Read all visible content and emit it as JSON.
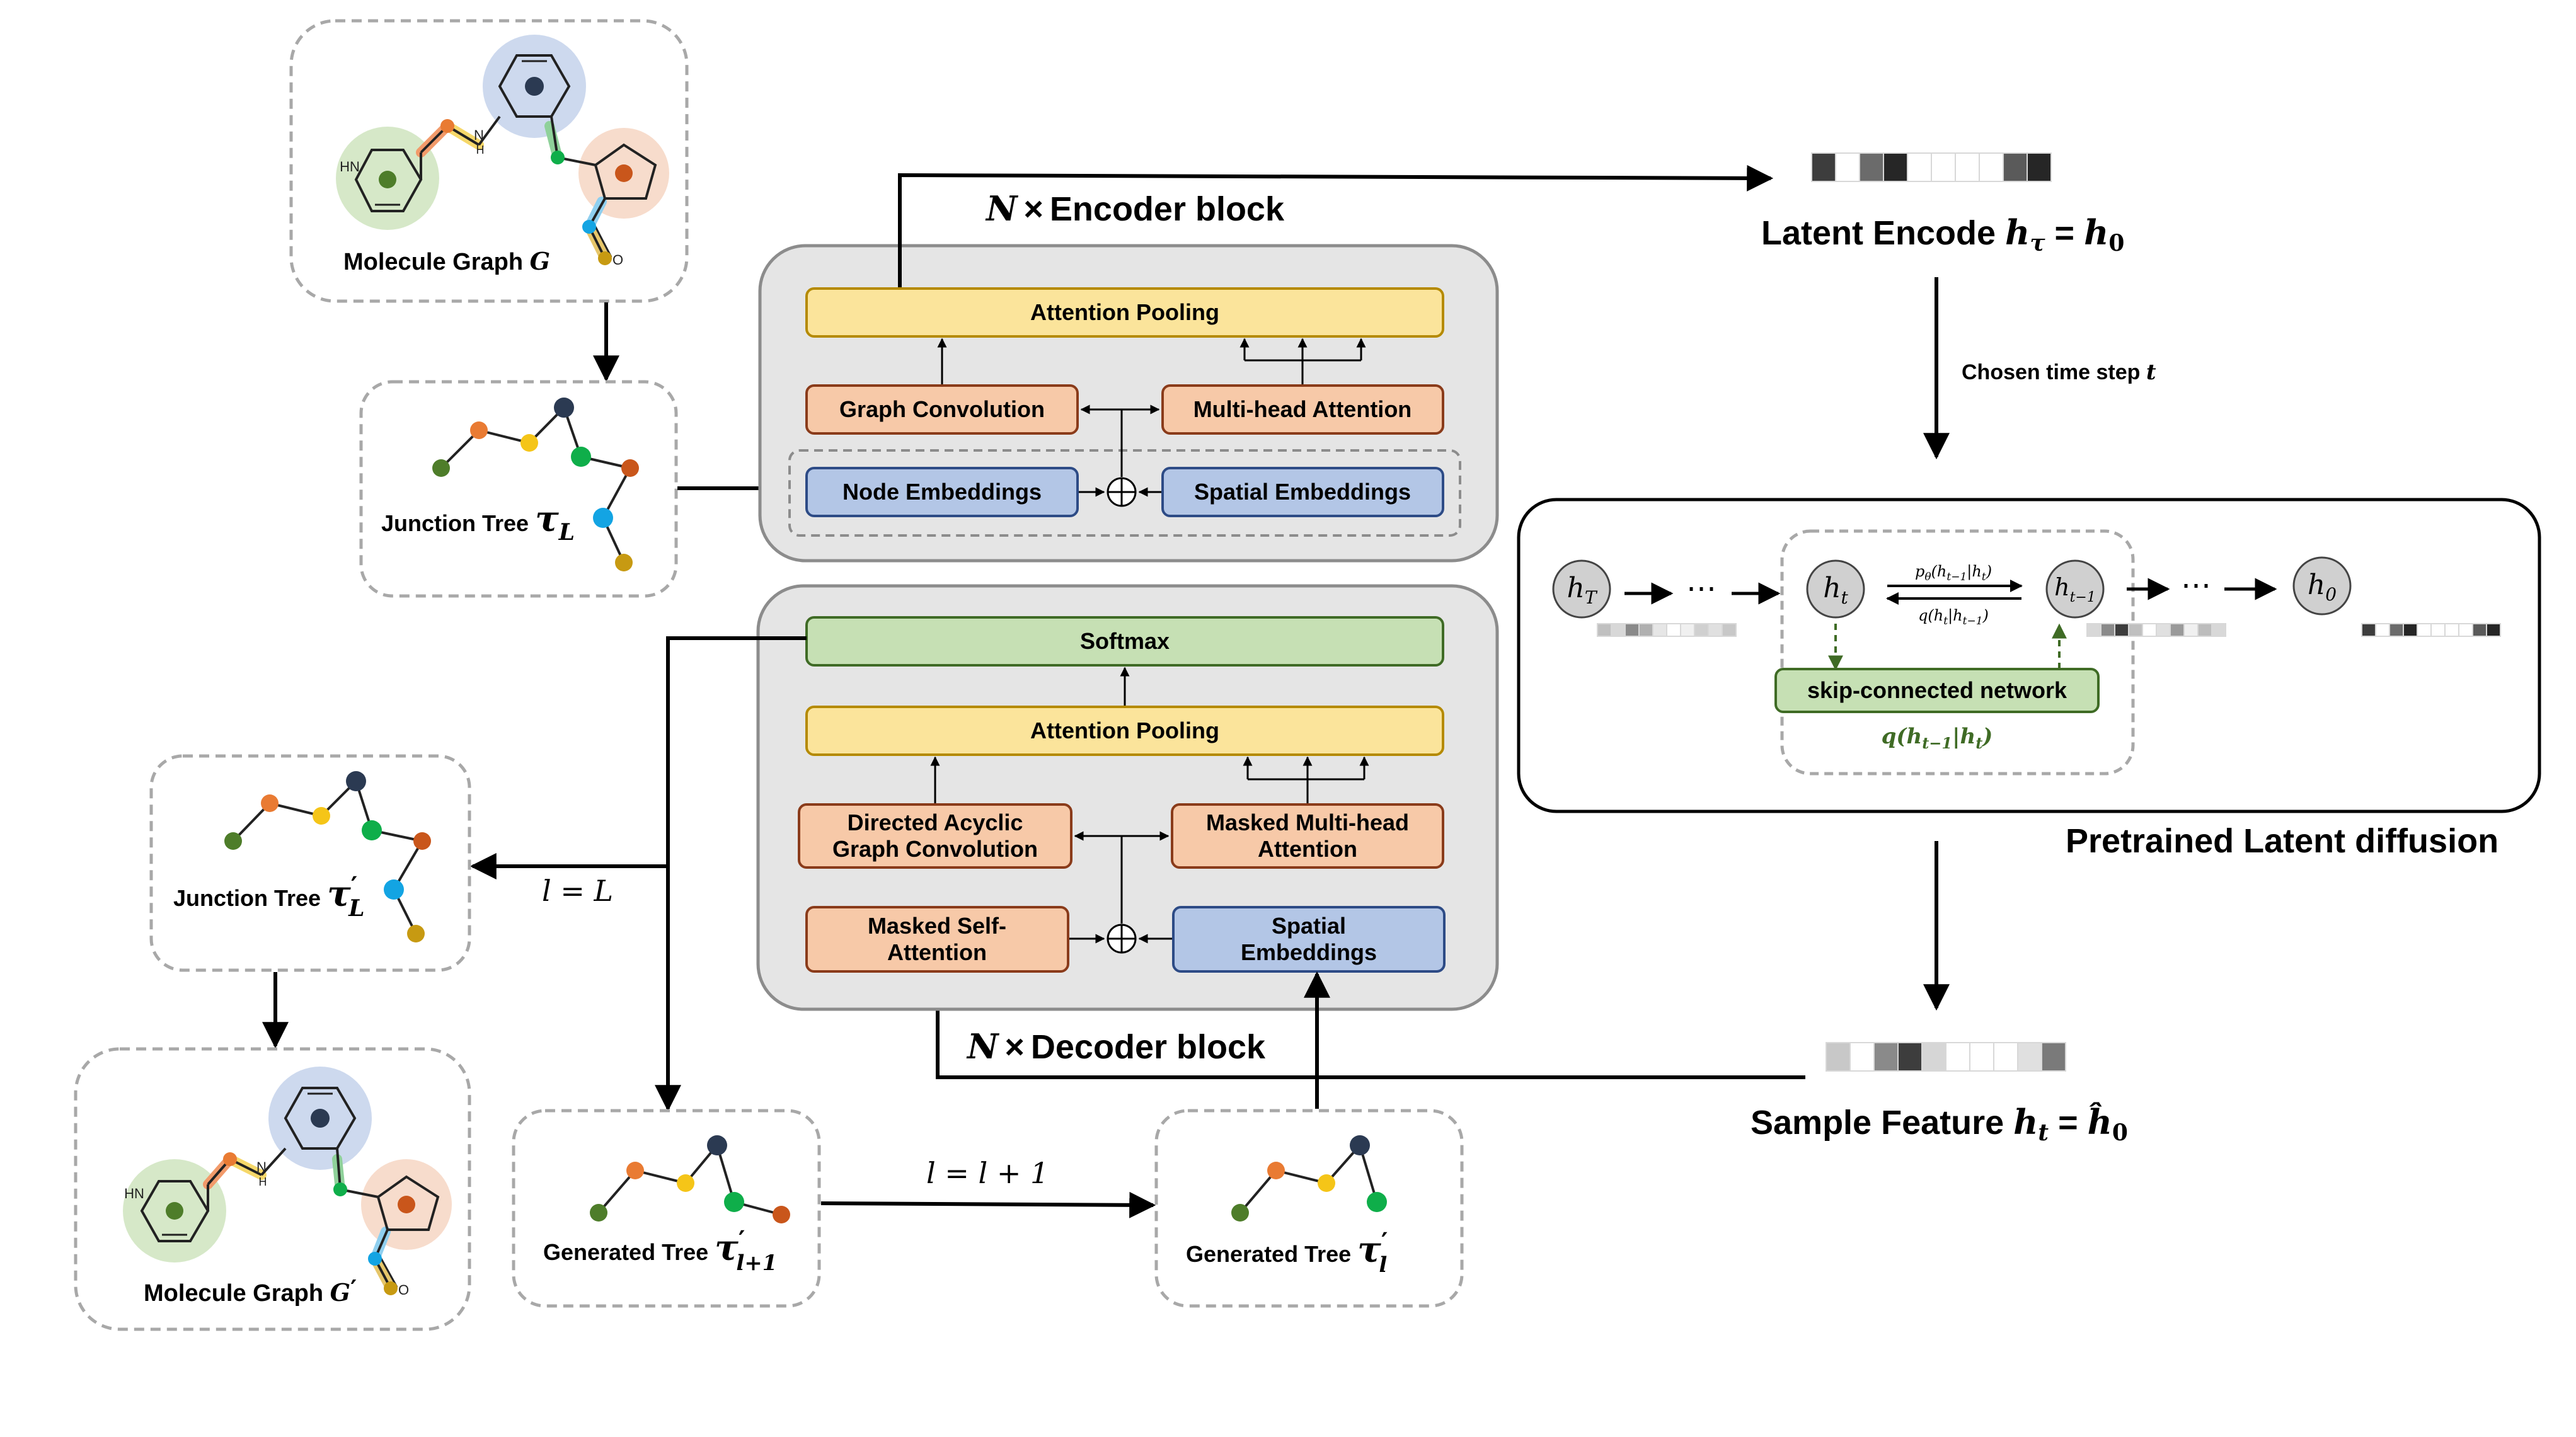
{
  "colors": {
    "encoder_bg": "#e5e5e5",
    "attention_pooling": "#fbe49b",
    "orange_block": "#f7c9a8",
    "blue_block": "#b3c6e6",
    "green_block": "#c6e0b4",
    "node_orange": "#e97b33",
    "node_yellow": "#f5c518",
    "node_green": "#0fae4a",
    "node_darkgreen": "#4e7d2a",
    "node_navy": "#2b3a52",
    "node_rust": "#c9561b",
    "node_blue": "#13a4e3",
    "node_gold": "#c79a12"
  },
  "molecule_top": {
    "label": "Molecule Graph ",
    "symbol": "G",
    "atom_nh": "N",
    "atom_h": "H",
    "atom_hn": "HN",
    "atom_o": "O"
  },
  "junction_tree_top": {
    "label": "Junction Tree ",
    "symbol": "τ",
    "sub": "L"
  },
  "encoder": {
    "title_n": "N",
    "title_times": "×",
    "title": "Encoder block",
    "attention_pooling": "Attention Pooling",
    "graph_convolution": "Graph Convolution",
    "multi_head_attention": "Multi-head Attention",
    "node_embeddings": "Node Embeddings",
    "spatial_embeddings": "Spatial Embeddings"
  },
  "decoder": {
    "title_n": "N",
    "title_times": "×",
    "title": "Decoder block",
    "softmax": "Softmax",
    "attention_pooling": "Attention Pooling",
    "dag_conv_1": "Directed Acyclic",
    "dag_conv_2": "Graph Convolution",
    "masked_mha_1": "Masked Multi-head",
    "masked_mha_2": "Attention",
    "masked_self_1": "Masked Self-",
    "masked_self_2": "Attention",
    "spatial_1": "Spatial",
    "spatial_2": "Embeddings"
  },
  "latent": {
    "label": "Latent Encode ",
    "h": "h",
    "sub_tau": "τ",
    "equals": " = ",
    "h0": "h",
    "sub0": "0",
    "bar_shades": [
      "#3d3d3d",
      "#ffffff",
      "#6b6b6b",
      "#262626",
      "#ffffff",
      "#ffffff",
      "#ffffff",
      "#ffffff",
      "#5a5a5a",
      "#262626"
    ]
  },
  "chosen_step": {
    "label": "Chosen time step ",
    "t": "t"
  },
  "diffusion": {
    "title": "Pretrained Latent diffusion",
    "hT": "h",
    "hT_sub": "T",
    "ht": "h",
    "ht_sub": "t",
    "htm1": "h",
    "htm1_sub": "t−1",
    "h0": "h",
    "h0_sub": "0",
    "dots": "⋯",
    "p_label": "p",
    "p_sub": "θ",
    "p_args": "(h",
    "p_args_sub1": "t−1",
    "p_args_mid": "|h",
    "p_args_sub2": "t",
    "p_args_end": ")",
    "q_label": "q(h",
    "q_sub1": "t",
    "q_mid": "|h",
    "q_sub2": "t−1",
    "q_end": ")",
    "network": "skip-connected network",
    "q_bottom": "q(h",
    "q_bottom_sub1": "t−1",
    "q_bottom_mid": "|h",
    "q_bottom_sub2": "t",
    "q_bottom_end": ")"
  },
  "sample": {
    "label": "Sample Feature ",
    "h": "h",
    "sub_t": "t",
    "equals": " = ",
    "hhat": "ĥ",
    "sub0": "0",
    "bar_shades": [
      "#c8c8c8",
      "#ffffff",
      "#8a8a8a",
      "#3d3d3d",
      "#d6d6d6",
      "#ffffff",
      "#ffffff",
      "#ffffff",
      "#e0e0e0",
      "#7a7a7a"
    ]
  },
  "junction_tree_mid": {
    "label": "Junction Tree ",
    "symbol": "τ",
    "prime": "′",
    "sub": "L"
  },
  "l_eq_L": {
    "l": "l",
    "eq": " = ",
    "L": "L"
  },
  "molecule_bottom": {
    "label": "Molecule Graph ",
    "symbol": "G",
    "prime": "′",
    "atom_hn": "HN",
    "atom_n": "N",
    "atom_h": "H",
    "atom_o": "O"
  },
  "gen_tree_l1": {
    "label": "Generated Tree ",
    "symbol": "τ",
    "prime": "′",
    "sub": "l+1"
  },
  "l_update": {
    "l": "l",
    "eq": " = ",
    "rhs": "l + 1"
  },
  "gen_tree_l": {
    "label": "Generated Tree ",
    "symbol": "τ",
    "prime": "′",
    "sub": "l"
  }
}
